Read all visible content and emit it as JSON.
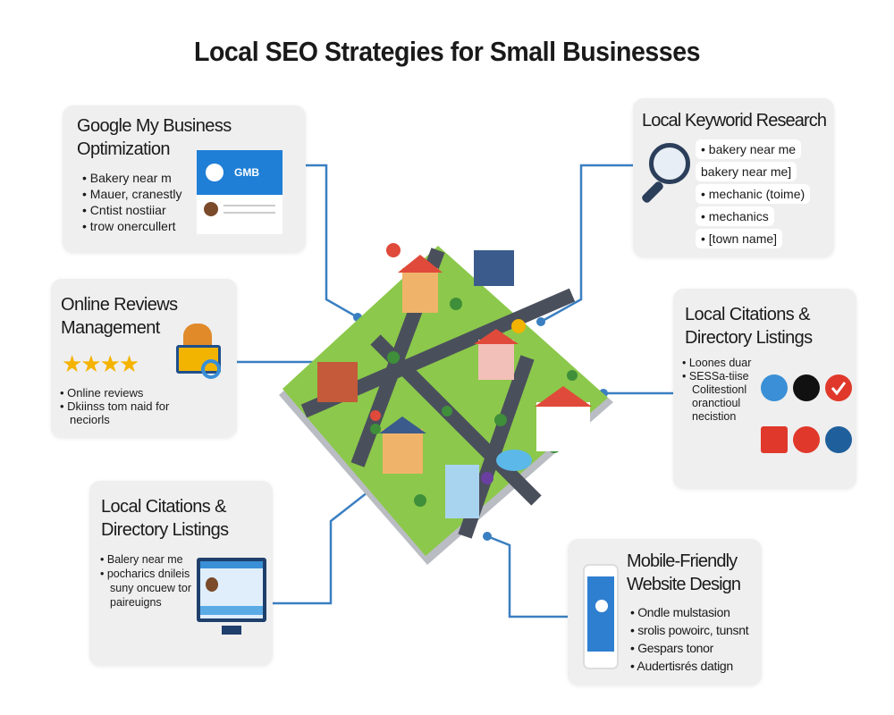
{
  "title": "Local SEO Strategies for Small Businesses",
  "cards": {
    "gmb": {
      "title_line1": "Google My Business",
      "title_line2": "Optimization",
      "bullets": [
        "Bakery near m",
        "Mauer, cranestly",
        "Cntist nostiiar",
        "trow onercullert"
      ],
      "badge": "GMB"
    },
    "reviews": {
      "title_line1": "Online Reviews",
      "title_line2": "Management",
      "stars": 4,
      "bullets": [
        "Online reviews",
        "Dkiinss tom naid for",
        "neciorls"
      ]
    },
    "citations_left": {
      "title_line1": "Local Citations &",
      "title_line2": "Directory Listings",
      "bullets": [
        "Balery near me",
        "pocharics dnileis",
        "suny oncuew tor",
        "paireuigns"
      ]
    },
    "keyword": {
      "title": "Local Keyworid Research",
      "keywords": [
        "bakery near me",
        "bakery near me]",
        "mechanic (toime)",
        "mechanics",
        "[town name]"
      ]
    },
    "citations_right": {
      "title_line1": "Local Citations &",
      "title_line2": "Directory Listings",
      "bullets": [
        "Loones duar",
        "SESSa-tiise",
        "Colitestionl",
        "oranctioul",
        "necistion"
      ]
    },
    "mobile": {
      "title_line1": "Mobile-Friendly",
      "title_line2": "Website Design",
      "bullets": [
        "Ondle mulstasion",
        "srolis powoirc, tunsnt",
        "Gespars tonor",
        "Audertisrés datign"
      ]
    }
  },
  "colors": {
    "line": "#3a7fc1",
    "grass": "#8cc84b",
    "road": "#4a4f5c",
    "card": "#efefef",
    "star": "#f5b301"
  }
}
